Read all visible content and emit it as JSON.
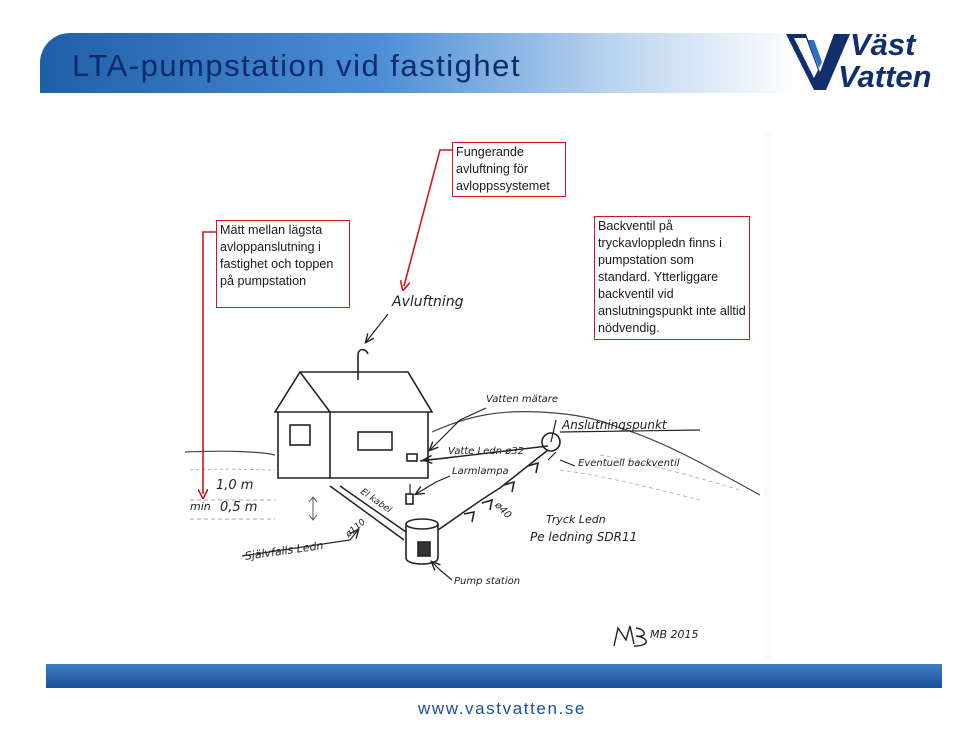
{
  "header": {
    "title": "LTA-pumpstation vid fastighet",
    "logo_line1": "Väst",
    "logo_line2": "Vatten"
  },
  "boxes": {
    "ventilation_box": "Fungerande avluftning för avloppssystemet",
    "height_box": "Mätt mellan lägsta avloppanslutning i fastighet och toppen på pumpstation",
    "valve_box": "Backventil på tryckavloppledn finns i pumpstation som standard. Ytterliggare backventil vid anslutningspunkt inte alltid nödvendig."
  },
  "sketch": {
    "avluftning": "Avluftning",
    "vattenmatare": "Vatten mätare",
    "vattenledn": "Vatte Ledn ø32",
    "larmlampa": "Larmlampa",
    "elkabel": "El kabel",
    "anslutningspunkt": "Anslutningspunkt",
    "backventil": "Eventuell backventil",
    "dim_ojs": "ø40",
    "tryckledn": "Tryck Ledn",
    "peledning": "Pe ledning SDR11",
    "sjalvfall": "Självfalls Ledn",
    "ø110": "ø110",
    "pumpstation": "Pump station",
    "depth_1": "1,0 m",
    "depth_min_label": "min",
    "depth_2": "0,5 m",
    "signature": "MB 2015"
  },
  "footer": {
    "url": "www.vastvatten.se"
  },
  "colors": {
    "accent_red": "#d0171b",
    "brand_blue": "#1a4f98",
    "title_text": "#0a2c6b"
  }
}
